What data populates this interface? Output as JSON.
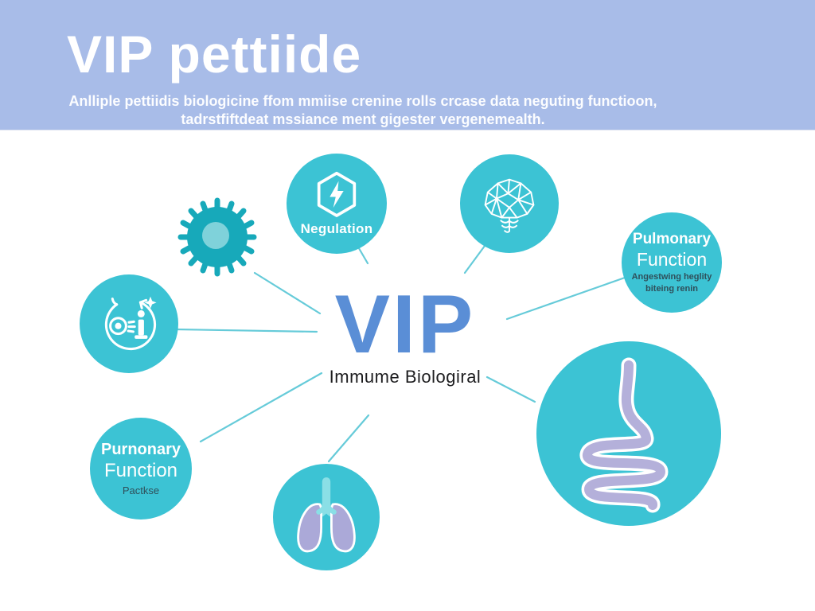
{
  "colors": {
    "header_bg": "#a8bce8",
    "node_teal": "#3cc3d4",
    "cell_teal_dark": "#17a9ba",
    "cell_teal_light": "#7fd2da",
    "connector_teal": "#66cbd9",
    "vip_blue": "#5a8ed6",
    "lavender": "#aba9d8",
    "dark_text": "#1d1d1f"
  },
  "header": {
    "title": "VIP pettiide",
    "subtitle_line1": "Anlliple pettiidis biologicine ffom mmiise crenine rolls crcase data neguting functioon,",
    "subtitle_line2": "tadrstfiftdeat mssiance ment gigester vergenemealth."
  },
  "center": {
    "title": "VIP",
    "subtitle": "Immume Biologiral"
  },
  "nodes": {
    "regulation": {
      "label": "Negulation",
      "icon": "hexagon-bolt-icon"
    },
    "brain": {
      "icon": "geometric-brain-icon"
    },
    "spiky_cell": {
      "icon": "spiky-cell-icon"
    },
    "immune_cycle": {
      "icon": "circular-arrow-cell-icon"
    },
    "pulmonary_right": {
      "line1": "Pulmonary",
      "line2": "Function",
      "line3": "Angestwing heglity",
      "line4": "biteing renin"
    },
    "pulmonary_left": {
      "line1": "Purnonary",
      "line2": "Function",
      "line3": "Pactkse"
    },
    "lungs": {
      "icon": "lungs-icon"
    },
    "intestine": {
      "icon": "intestine-icon"
    }
  }
}
